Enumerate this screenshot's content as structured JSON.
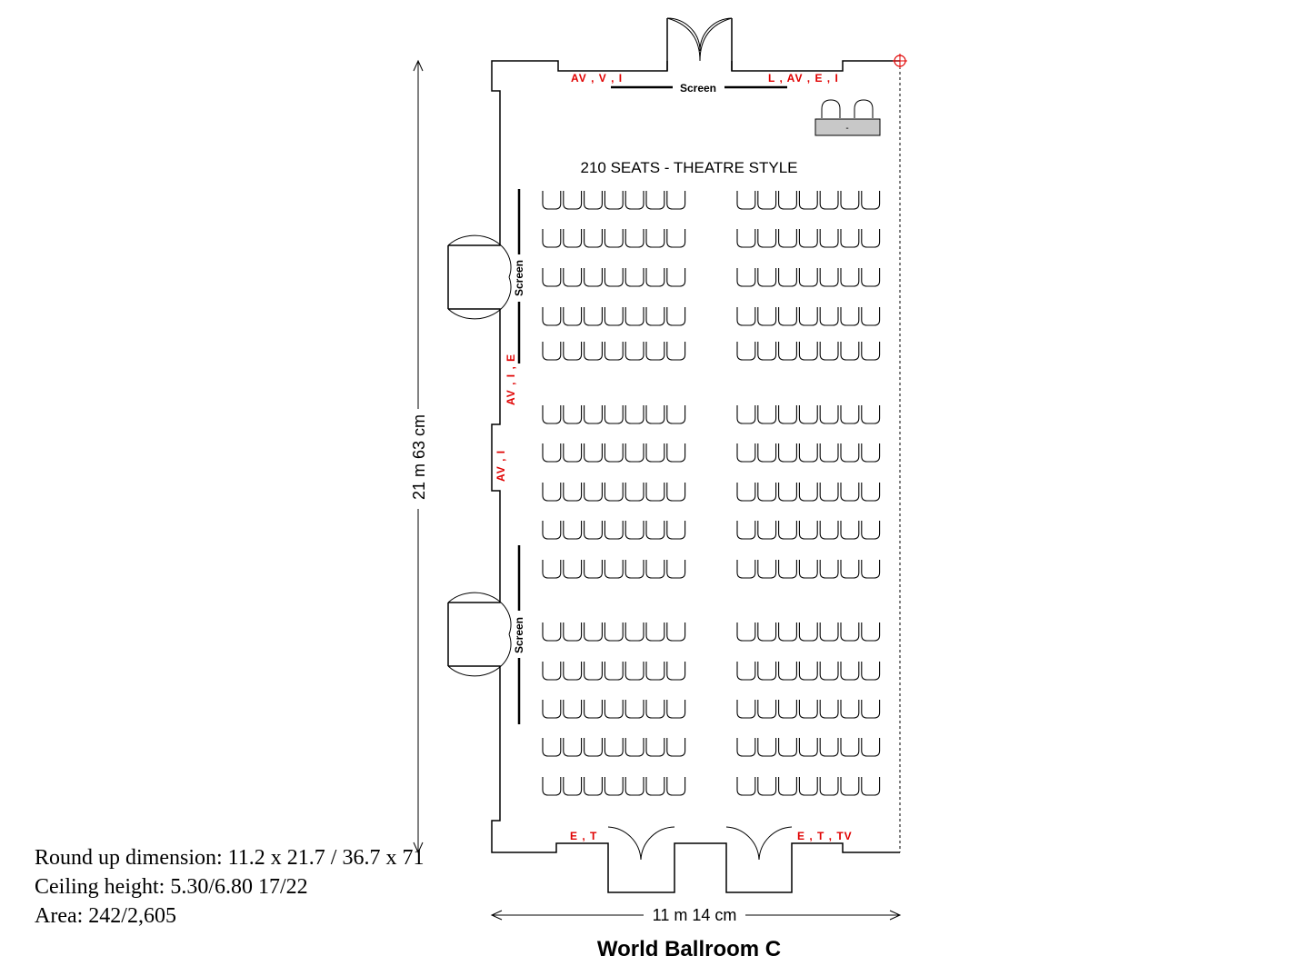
{
  "title": "World Ballroom C",
  "layout_label": "210 SEATS - THEATRE STYLE",
  "dimensions": {
    "width": "11 m 14 cm",
    "length": "21 m 63 cm"
  },
  "screens": {
    "label": "Screen"
  },
  "outlets": {
    "top_left": "AV , V , I",
    "top_right": "L , AV , E , I",
    "left_upper": "AV , I , E",
    "left_lower": "AV , I",
    "bottom_left": "E , T",
    "bottom_right": "E , T , TV"
  },
  "stage_label": "-",
  "seating": {
    "seats_per_row": 7,
    "blocks": [
      "left",
      "right"
    ],
    "rows": 15,
    "aisles_after_rows": [
      5,
      10
    ]
  },
  "notes": {
    "round_up": "Round up dimension: 11.2 x 21.7 / 36.7 x 71",
    "ceiling": "Ceiling height: 5.30/6.80  17/22",
    "area": "Area: 242/2,605"
  }
}
